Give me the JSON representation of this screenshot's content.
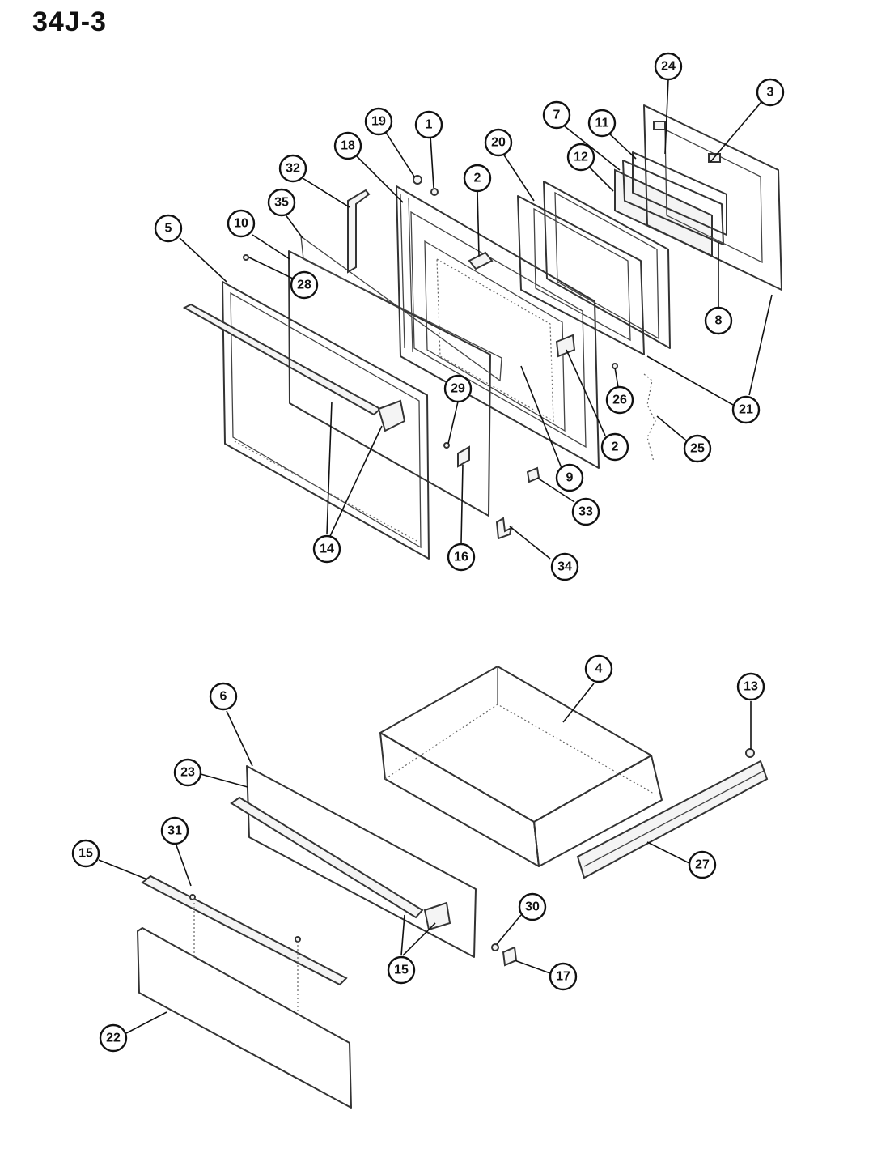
{
  "title": "34J-3",
  "callouts": [
    {
      "label": "24"
    },
    {
      "label": "3"
    },
    {
      "label": "19"
    },
    {
      "label": "1"
    },
    {
      "label": "7"
    },
    {
      "label": "11"
    },
    {
      "label": "18"
    },
    {
      "label": "20"
    },
    {
      "label": "12"
    },
    {
      "label": "32"
    },
    {
      "label": "2"
    },
    {
      "label": "35"
    },
    {
      "label": "5"
    },
    {
      "label": "10"
    },
    {
      "label": "28"
    },
    {
      "label": "8"
    },
    {
      "label": "26"
    },
    {
      "label": "21"
    },
    {
      "label": "29"
    },
    {
      "label": "2"
    },
    {
      "label": "25"
    },
    {
      "label": "9"
    },
    {
      "label": "33"
    },
    {
      "label": "14"
    },
    {
      "label": "16"
    },
    {
      "label": "34"
    },
    {
      "label": "4"
    },
    {
      "label": "13"
    },
    {
      "label": "6"
    },
    {
      "label": "23"
    },
    {
      "label": "31"
    },
    {
      "label": "15"
    },
    {
      "label": "27"
    },
    {
      "label": "30"
    },
    {
      "label": "15"
    },
    {
      "label": "17"
    },
    {
      "label": "22"
    }
  ]
}
